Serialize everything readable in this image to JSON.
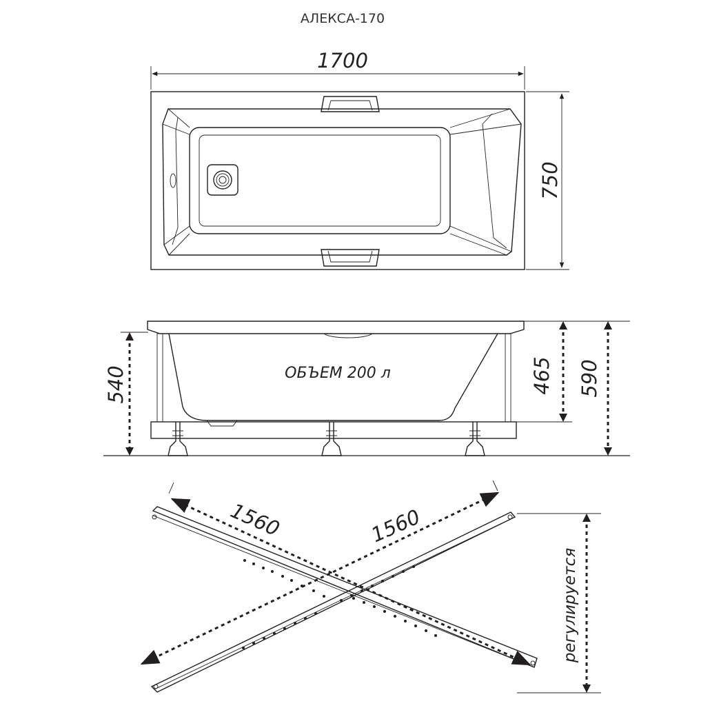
{
  "title": "АЛЕКСА-170",
  "top_view": {
    "length": "1700",
    "width": "750"
  },
  "side_view": {
    "volume_label": "ОБЪЕМ 200 л",
    "height_left": "540",
    "height_inner": "465",
    "height_total": "590"
  },
  "frame_view": {
    "diagonal_left": "1560",
    "diagonal_right": "1560",
    "adjustable_label": "регулируется"
  }
}
